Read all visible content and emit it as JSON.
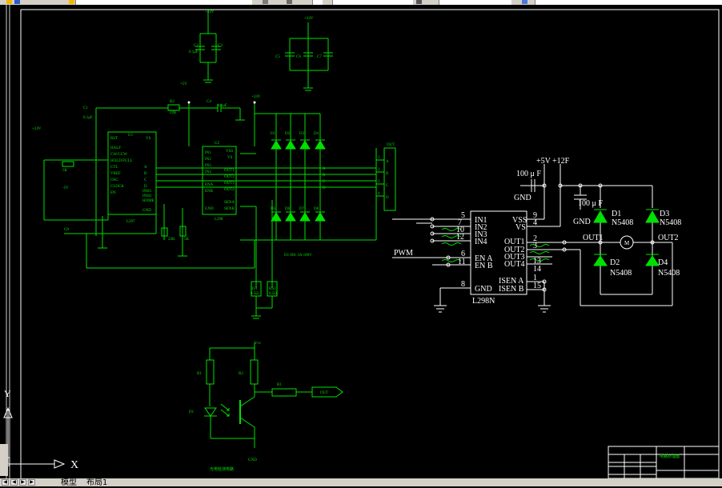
{
  "toolbar": {
    "layer_combo_text": "",
    "style_combo_text": ""
  },
  "tabs": {
    "model": "模型",
    "layout1": "布局1"
  },
  "ucs_axis": {
    "x_label": "X",
    "y_label": "Y"
  },
  "supply": {
    "p24v_top": "+24V",
    "p24v_right": "+24V",
    "p24v_small": "+24V",
    "p5v": "+5V",
    "p12f": "+12F",
    "p5v_small": "+5V",
    "m5v": "-5V"
  },
  "driver": {
    "chip_label": "L298N",
    "pins_left": [
      "IN1",
      "IN2",
      "IN3",
      "IN4",
      "EN A",
      "EN B",
      "GND"
    ],
    "pins_left_nums": [
      "5",
      "7",
      "10",
      "12",
      "6",
      "11",
      "8"
    ],
    "pins_right": [
      "VSS",
      "VS",
      "OUT1",
      "OUT2",
      "OUT3",
      "OUT4",
      "ISEN A",
      "ISEN B"
    ],
    "pins_right_nums": [
      "9",
      "4",
      "2",
      "3",
      "13",
      "14",
      "1",
      "15"
    ],
    "pwm_label": "PWM",
    "gnd_label": "GND",
    "cap_left": "100 μ F",
    "cap_right": "100 μ F",
    "cap_right_gnd": "GND",
    "d1": "D1",
    "d1_part": "N5408",
    "d2": "D2",
    "d2_part": "N5408",
    "d3": "D3",
    "d3_part": "N5408",
    "d4": "D4",
    "d4_part": "N5408",
    "out1": "OUT1",
    "out2": "OUT2",
    "motor": "M"
  },
  "small_circuit": {
    "u1": "U1",
    "u2": "U2",
    "l297": "L297",
    "l298": "L298",
    "l297_pins_left": [
      "RST",
      "HALF",
      "CW/CCW",
      "HOLD/FULL",
      "CTL",
      "VREF",
      "OSC",
      "CLOCK",
      "EN"
    ],
    "l297_pins_right": [
      "VS",
      "A",
      "B",
      "C",
      "D",
      "INH1",
      "INH2",
      "HOME",
      "GND"
    ],
    "l298_pins_left": [
      "IN1",
      "IN2",
      "IN3",
      "IN4",
      "ENA",
      "ENB",
      "GND"
    ],
    "l298_pins_right": [
      "VSS",
      "VS",
      "OUT1",
      "OUT2",
      "OUT3",
      "OUT4",
      "SENA",
      "SENB"
    ],
    "c1": "C1",
    "c1_val": "0.1μF",
    "c2": "C2",
    "c3": "C3",
    "c3_val": "0.1μF",
    "c4": "C4",
    "c5": "C5",
    "c6": "C6",
    "c7": "C7",
    "c8": "C8",
    "r2": "R2",
    "r2_val": "22K",
    "r1_val": "5K",
    "d_labels": [
      "D1",
      "D2",
      "D3",
      "D4",
      "D5",
      "D6",
      "D7",
      "D8"
    ],
    "diode_note": "D1-D8: 3A 100V",
    "rs1": "RS1",
    "rs1_val": "0.5Ω",
    "rs2": "RS2",
    "rs2_val": "0.5Ω",
    "out_conn": "OUT",
    "abcd": [
      "A",
      "B",
      "C",
      "D"
    ],
    "conn_pins": [
      "1",
      "2",
      "3",
      "4"
    ]
  },
  "sensor": {
    "r1": "R1",
    "r2": "R2",
    "r3": "R3",
    "vcc": "Vcc",
    "d1": "D1",
    "out": "OUT",
    "gnd": "GND",
    "caption": "光电检测电路"
  },
  "title_block": {
    "drawing_name": "电路原理图"
  },
  "colors": {
    "background": "#000000",
    "wire": "#00e000",
    "text": "#ffffff",
    "chrome": "#d4d0c8"
  }
}
